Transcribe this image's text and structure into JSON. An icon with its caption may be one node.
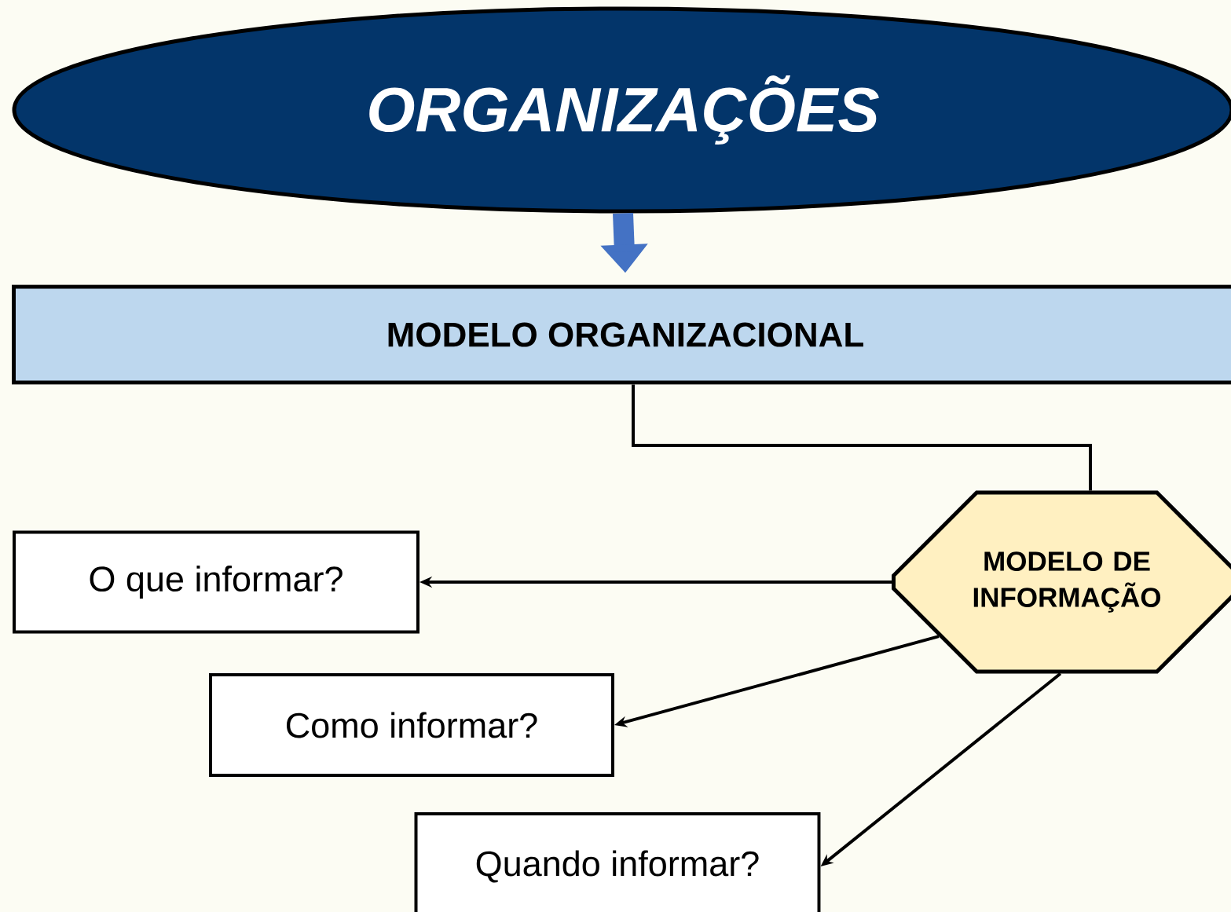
{
  "diagram": {
    "nodes": [
      {
        "text": [
          "ORGANIZAÇÕES"
        ]
      },
      {
        "text": [
          "MODELO ORGANIZACIONAL"
        ]
      },
      {
        "text": [
          "MODELO DE INFORMAÇÃO"
        ]
      },
      {
        "text": [
          "O que informar?"
        ]
      },
      {
        "text": [
          "Como informar?"
        ]
      },
      {
        "text": [
          "Quando informar?"
        ]
      }
    ],
    "edges": [
      {
        "from": 0,
        "to": 1,
        "arrow": "to",
        "style": "thick",
        "color": "#4472c4"
      },
      {
        "from": 1,
        "to": 2,
        "arrow": "none"
      },
      {
        "from": 2,
        "to": 3,
        "arrow": "to"
      },
      {
        "from": 2,
        "to": 4,
        "arrow": "to"
      },
      {
        "from": 2,
        "to": 5,
        "arrow": "to"
      }
    ]
  }
}
